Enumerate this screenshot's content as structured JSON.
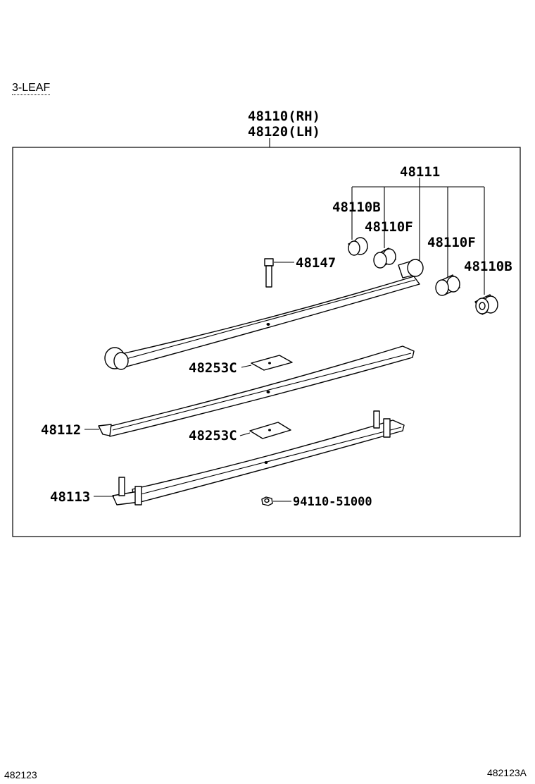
{
  "section_title": "3-LEAF",
  "assembly": {
    "rh": "48110(RH)",
    "lh": "48120(LH)"
  },
  "parts": {
    "bushing_group": "48111",
    "bushing_b_left": "48110B",
    "bushing_f_left": "48110F",
    "bushing_f_right": "48110F",
    "bushing_b_right": "48110B",
    "bolt": "48147",
    "insert_upper": "48253C",
    "leaf_second": "48112",
    "insert_lower": "48253C",
    "leaf_third": "48113",
    "nut": "94110-51000"
  },
  "footer": {
    "figure_left": "482123",
    "figure_right": "482123A"
  }
}
